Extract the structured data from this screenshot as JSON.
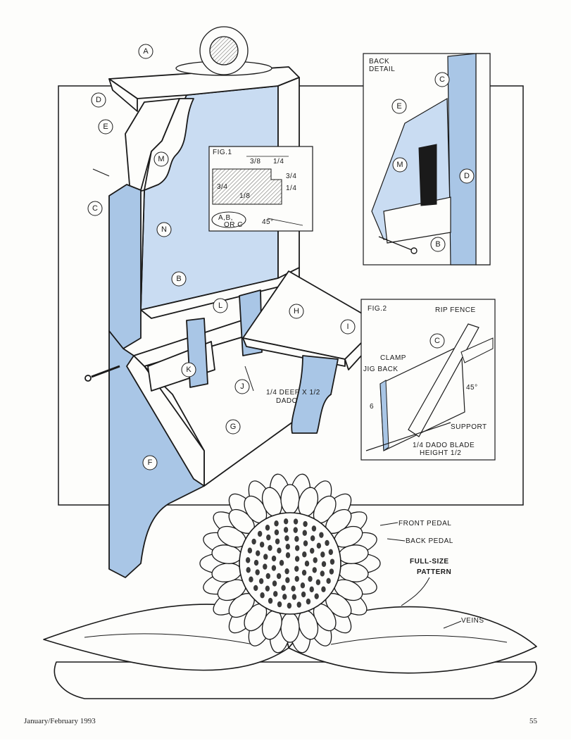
{
  "labels": {
    "A": "A",
    "B": "B",
    "C": "C",
    "D": "D",
    "E": "E",
    "F": "F",
    "G": "G",
    "H": "H",
    "I": "I",
    "J": "J",
    "K": "K",
    "L": "L",
    "M": "M",
    "N": "N"
  },
  "fig1": {
    "title": "FIG.1",
    "dim_3_8": "3/8",
    "dim_1_4": "1/4",
    "dim_3_4": "3/4",
    "dim_1_8": "1/8",
    "callout_parts": "A,B,",
    "callout_or": "OR C",
    "angle": "45°"
  },
  "back_detail": {
    "title_line1": "BACK",
    "title_line2": "DETAIL"
  },
  "fig2": {
    "title": "FIG.2",
    "rip_fence": "RIP FENCE",
    "clamp": "CLAMP",
    "jig_back": "JIG BACK",
    "angle": "45°",
    "height": "6",
    "support": "SUPPORT",
    "dado_blade_line1": "1/4 DADO BLADE",
    "dado_blade_line2": "HEIGHT 1/2"
  },
  "dado_note_line1": "1/4 DEEP X 1/2",
  "dado_note_line2": "DADO",
  "pattern": {
    "front_pedal": "FRONT PEDAL",
    "back_pedal": "BACK PEDAL",
    "full_size_line1": "FULL-SIZE",
    "full_size_line2": "PATTERN",
    "veins": "VEINS"
  },
  "footer": {
    "issue": "January/February 1993",
    "page_number": "55"
  },
  "colors": {
    "blue_face": "#a9c6e6",
    "mirror": "#c9dcf2",
    "ink": "#1a1a1a",
    "paper": "#fdfdfb"
  }
}
